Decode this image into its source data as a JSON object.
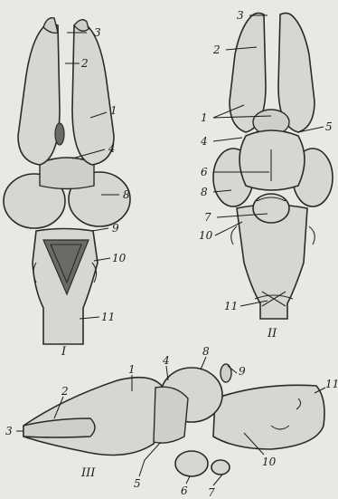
{
  "figures": [
    {
      "id": "I",
      "label": "I"
    },
    {
      "id": "II",
      "label": "II"
    },
    {
      "id": "III",
      "label": "III"
    }
  ],
  "labels": {
    "f1": [
      "3",
      "2",
      "1",
      "4",
      "8",
      "9",
      "10",
      "11"
    ],
    "f2": [
      "3",
      "2",
      "1",
      "4",
      "5",
      "6",
      "8",
      "7",
      "10",
      "11"
    ],
    "f3": [
      "1",
      "4",
      "8",
      "9",
      "11",
      "3",
      "2",
      "5",
      "6",
      "7",
      "10"
    ]
  }
}
